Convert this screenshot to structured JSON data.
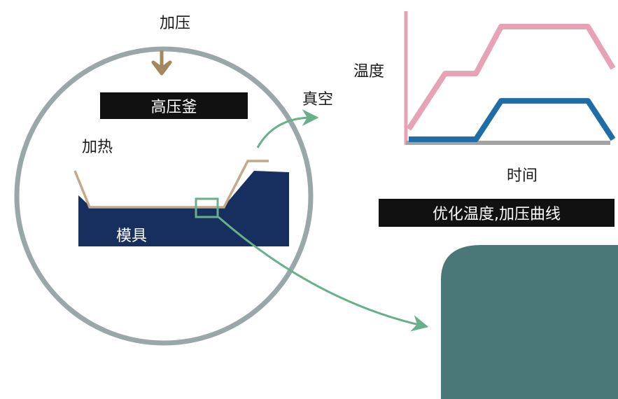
{
  "labels": {
    "pressurize": "加压",
    "autoclave": "高压釜",
    "heating": "加热",
    "mold": "模具",
    "vacuum": "真空",
    "temperature": "温度",
    "time": "时间",
    "optimize": "优化温度,加压曲线"
  },
  "colors": {
    "circle": "#9aa7a8",
    "arrow_press": "#a4875f",
    "mold": "#172f5f",
    "part_line": "#c2a98a",
    "green": "#68b089",
    "temp_curve": "#e6a3b6",
    "pressure_curve": "#1e6da6",
    "axis_gray": "#a3a3a3",
    "teal_block": "#4a7777",
    "bar_bg": "#111111"
  },
  "chart_data": {
    "type": "line",
    "title": "",
    "xlabel": "时间",
    "ylabel": "温度",
    "x": [
      0,
      1.3,
      2.4,
      3.3,
      6.4,
      7.3
    ],
    "series": [
      {
        "values": [
          0.12,
          0.77,
          0.77,
          1.32,
          1.32,
          0.83
        ]
      },
      {
        "values": [
          0.0,
          0.0,
          0.0,
          0.45,
          0.45,
          0.0
        ]
      }
    ]
  }
}
